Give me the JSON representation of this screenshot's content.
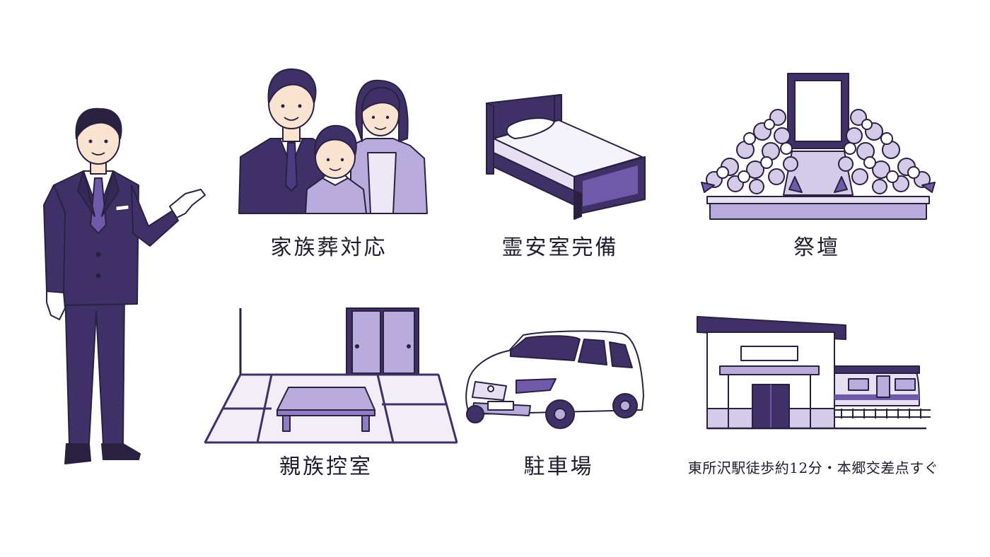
{
  "features": [
    {
      "id": "family-funeral",
      "label": "家族葬対応",
      "icon": "family-icon"
    },
    {
      "id": "mortuary",
      "label": "霊安室完備",
      "icon": "bed-icon"
    },
    {
      "id": "altar",
      "label": "祭壇",
      "icon": "altar-icon"
    },
    {
      "id": "waiting-room",
      "label": "親族控室",
      "icon": "tatami-room-icon"
    },
    {
      "id": "parking",
      "label": "駐車場",
      "icon": "car-icon"
    },
    {
      "id": "access",
      "label": "東所沢駅徒歩約12分・本郷交差点すぐ",
      "icon": "station-icon"
    }
  ],
  "colors": {
    "dark_purple": "#3f3168",
    "mid_purple": "#6e5aa8",
    "light_purple": "#b9abdc",
    "pale_purple": "#e6e0f3",
    "text": "#1f1d2b"
  }
}
